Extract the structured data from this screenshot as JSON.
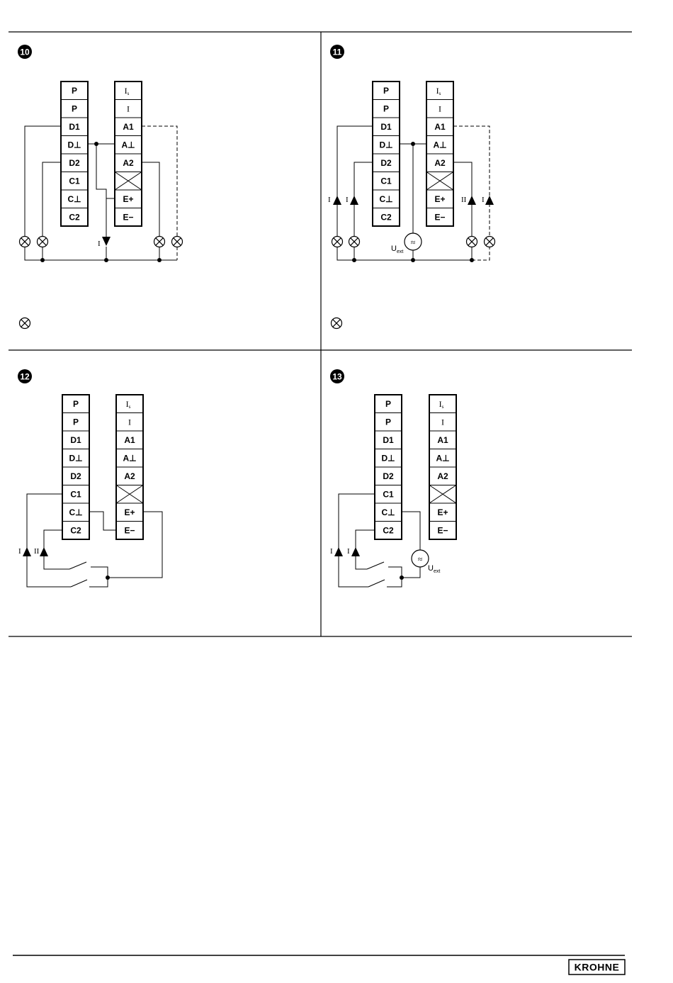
{
  "panels": {
    "p10": {
      "number": "10"
    },
    "p11": {
      "number": "11"
    },
    "p12": {
      "number": "12"
    },
    "p13": {
      "number": "13"
    }
  },
  "terminals": {
    "left": [
      "P",
      "P",
      "D1",
      "D⊥",
      "D2",
      "C1",
      "C⊥",
      "C2"
    ],
    "right": [
      "I",
      "I",
      "A1",
      "A⊥",
      "A2",
      "",
      "E+",
      "E−"
    ],
    "right_sub": "s"
  },
  "labels": {
    "roman1": "I",
    "roman2": "II",
    "uext_main": "U",
    "uext_sub": "ext",
    "ac_symbol": "≈"
  },
  "footer": {
    "brand": "KROHNE"
  }
}
